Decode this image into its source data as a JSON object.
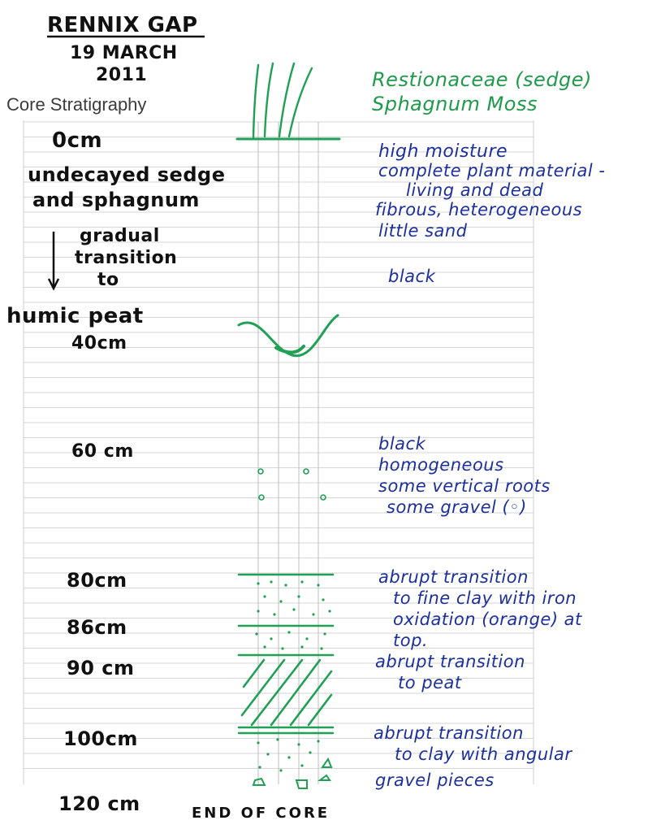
{
  "header": {
    "site": "RENNIX GAP",
    "date_day_month": "19 MARCH",
    "date_year": "2011",
    "caption": "Core Stratigraphy"
  },
  "vegetation": {
    "line1": "Restionaceae (sedge)",
    "line2": "Sphagnum Moss"
  },
  "depth_labels": [
    "0cm",
    "undecayed sedge",
    "and sphagnum",
    "gradual",
    "transition",
    "to",
    "humic peat",
    "40cm",
    "60 cm",
    "80cm",
    "86cm",
    "90 cm",
    "100cm",
    "120 cm"
  ],
  "notes": [
    "high moisture",
    "complete plant material -",
    "living and dead",
    "fibrous, heterogeneous",
    "little sand",
    "black",
    "black",
    "homogeneous",
    "some vertical roots",
    "some gravel (◦)",
    "abrupt transition",
    "to fine clay with iron",
    "oxidation (orange) at",
    "top.",
    "abrupt transition",
    "to peat",
    "abrupt transition",
    "to clay with angular",
    "gravel pieces"
  ],
  "footer": {
    "end_label": "END OF CORE"
  },
  "colors": {
    "core_ink": "#1fa055",
    "notes_ink": "#1c2f9e",
    "vegetation_ink": "#1f9a4c",
    "paper_rule": "#d4d4d4"
  }
}
